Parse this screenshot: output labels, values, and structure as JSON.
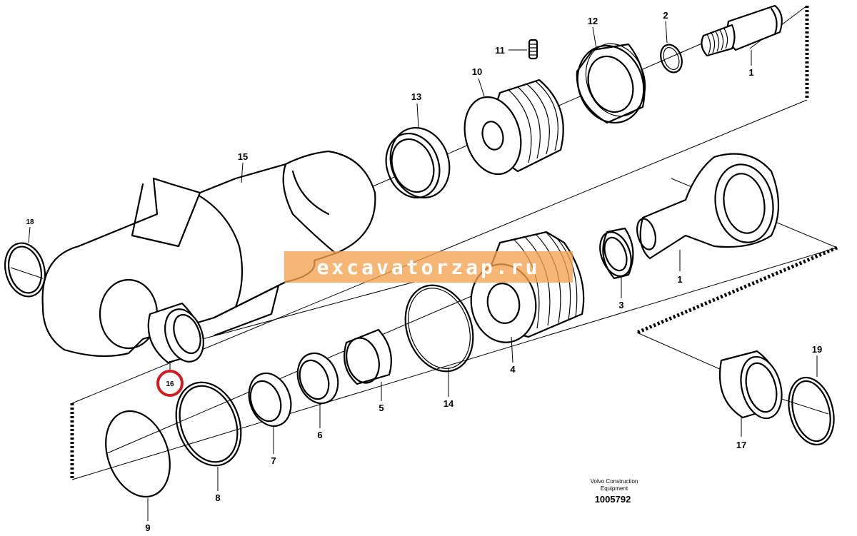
{
  "diagram": {
    "labels": {
      "p1a": "1",
      "p1b": "1",
      "p2": "2",
      "p3": "3",
      "p4": "4",
      "p5": "5",
      "p6": "6",
      "p7": "7",
      "p8": "8",
      "p9": "9",
      "p10": "10",
      "p11": "11",
      "p12": "12",
      "p13": "13",
      "p14": "14",
      "p15": "15",
      "p16": "16",
      "p17": "17",
      "p18": "18",
      "p19": "19"
    },
    "highlighted_part": "16",
    "highlight_color": "#d01e1e",
    "watermark": {
      "text": "excavatorzap.ru",
      "color": "#f3a24e"
    },
    "footer": {
      "company_line1": "Volvo Construction",
      "company_line2": "Equipment",
      "doc_number": "1005792"
    }
  }
}
